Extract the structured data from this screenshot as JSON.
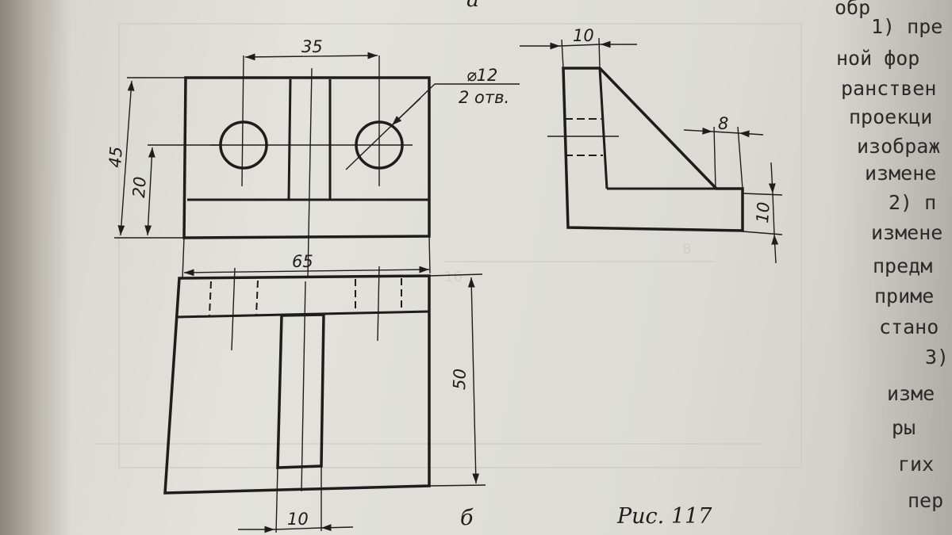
{
  "drawing": {
    "front_view": {
      "dim_top": "35",
      "dim_bottom": "65",
      "dim_height": "45",
      "dim_hole_center": "20",
      "hole_note_diameter": "⌀12",
      "hole_note_count": "2 отв."
    },
    "side_view": {
      "dim_top": "10",
      "dim_rib": "8",
      "dim_base": "10"
    },
    "top_view": {
      "dim_height": "50",
      "dim_slot": "10"
    },
    "letter_top": "а",
    "letter_bottom": "б",
    "caption": "Рис. 117"
  },
  "right_column": {
    "lines": [
      "обр",
      "1) пре",
      "ной фор",
      "ранствен",
      "проекци",
      "изображ",
      "измене",
      "2) п",
      "измене",
      "предм",
      "приме",
      "стано",
      "3)",
      "изме",
      "ры",
      "гих",
      "пер"
    ]
  }
}
